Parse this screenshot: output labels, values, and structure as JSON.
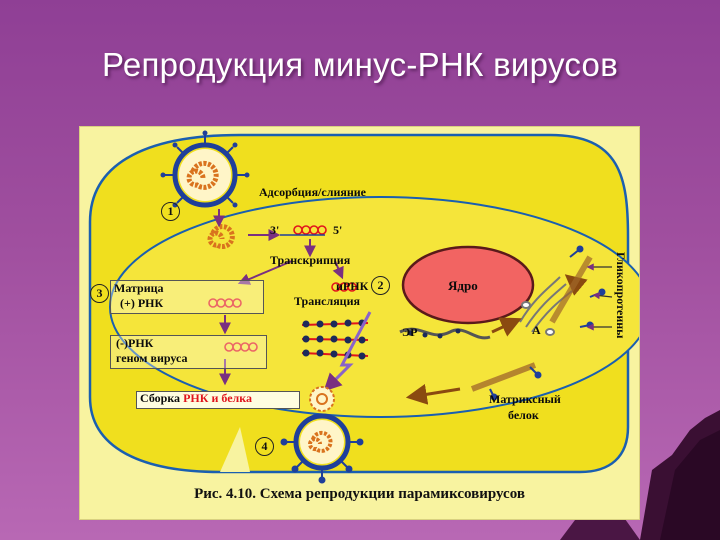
{
  "title": "Репродукция минус-РНК вирусов",
  "figure": {
    "label_adsorption": "Адсорбция/слияние",
    "label_step1": "1",
    "label_step2": "2",
    "label_step3": "3",
    "label_step4": "4",
    "label_strand_3": "3'",
    "label_strand_5": "5'",
    "label_transcription": "Транскрипция",
    "label_matrix_line1": "Матрица",
    "label_matrix_line2": "(+) РНК",
    "label_mrna": "иРНК",
    "label_translation": "Трансляция",
    "label_neg_rna_line1": "(-)РНК",
    "label_neg_rna_line2": "геном вируса",
    "label_nucleus": "Ядро",
    "label_er": "ЭР",
    "label_golgi": "А",
    "label_assembly_pre": "Сборка",
    "label_assembly_rna": "РНК",
    "label_assembly_post": "и белка",
    "label_matrix_protein_line1": "Матриксный",
    "label_matrix_protein_line2": "белок",
    "label_glycoproteins": "Гликопротеины",
    "caption": "Рис. 4.10. Схема репродукции парамиксовирусов"
  },
  "colors": {
    "background": "#9b4a9b",
    "figure_background": "#f8f3a0",
    "cell_fill": "#f2e21c",
    "cell_border": "#1a5fb0",
    "nucleus": "#f26462",
    "virus_envelope": "#1f3f9a",
    "rna": "#d9731e",
    "highlight_red": "#e1141c"
  }
}
